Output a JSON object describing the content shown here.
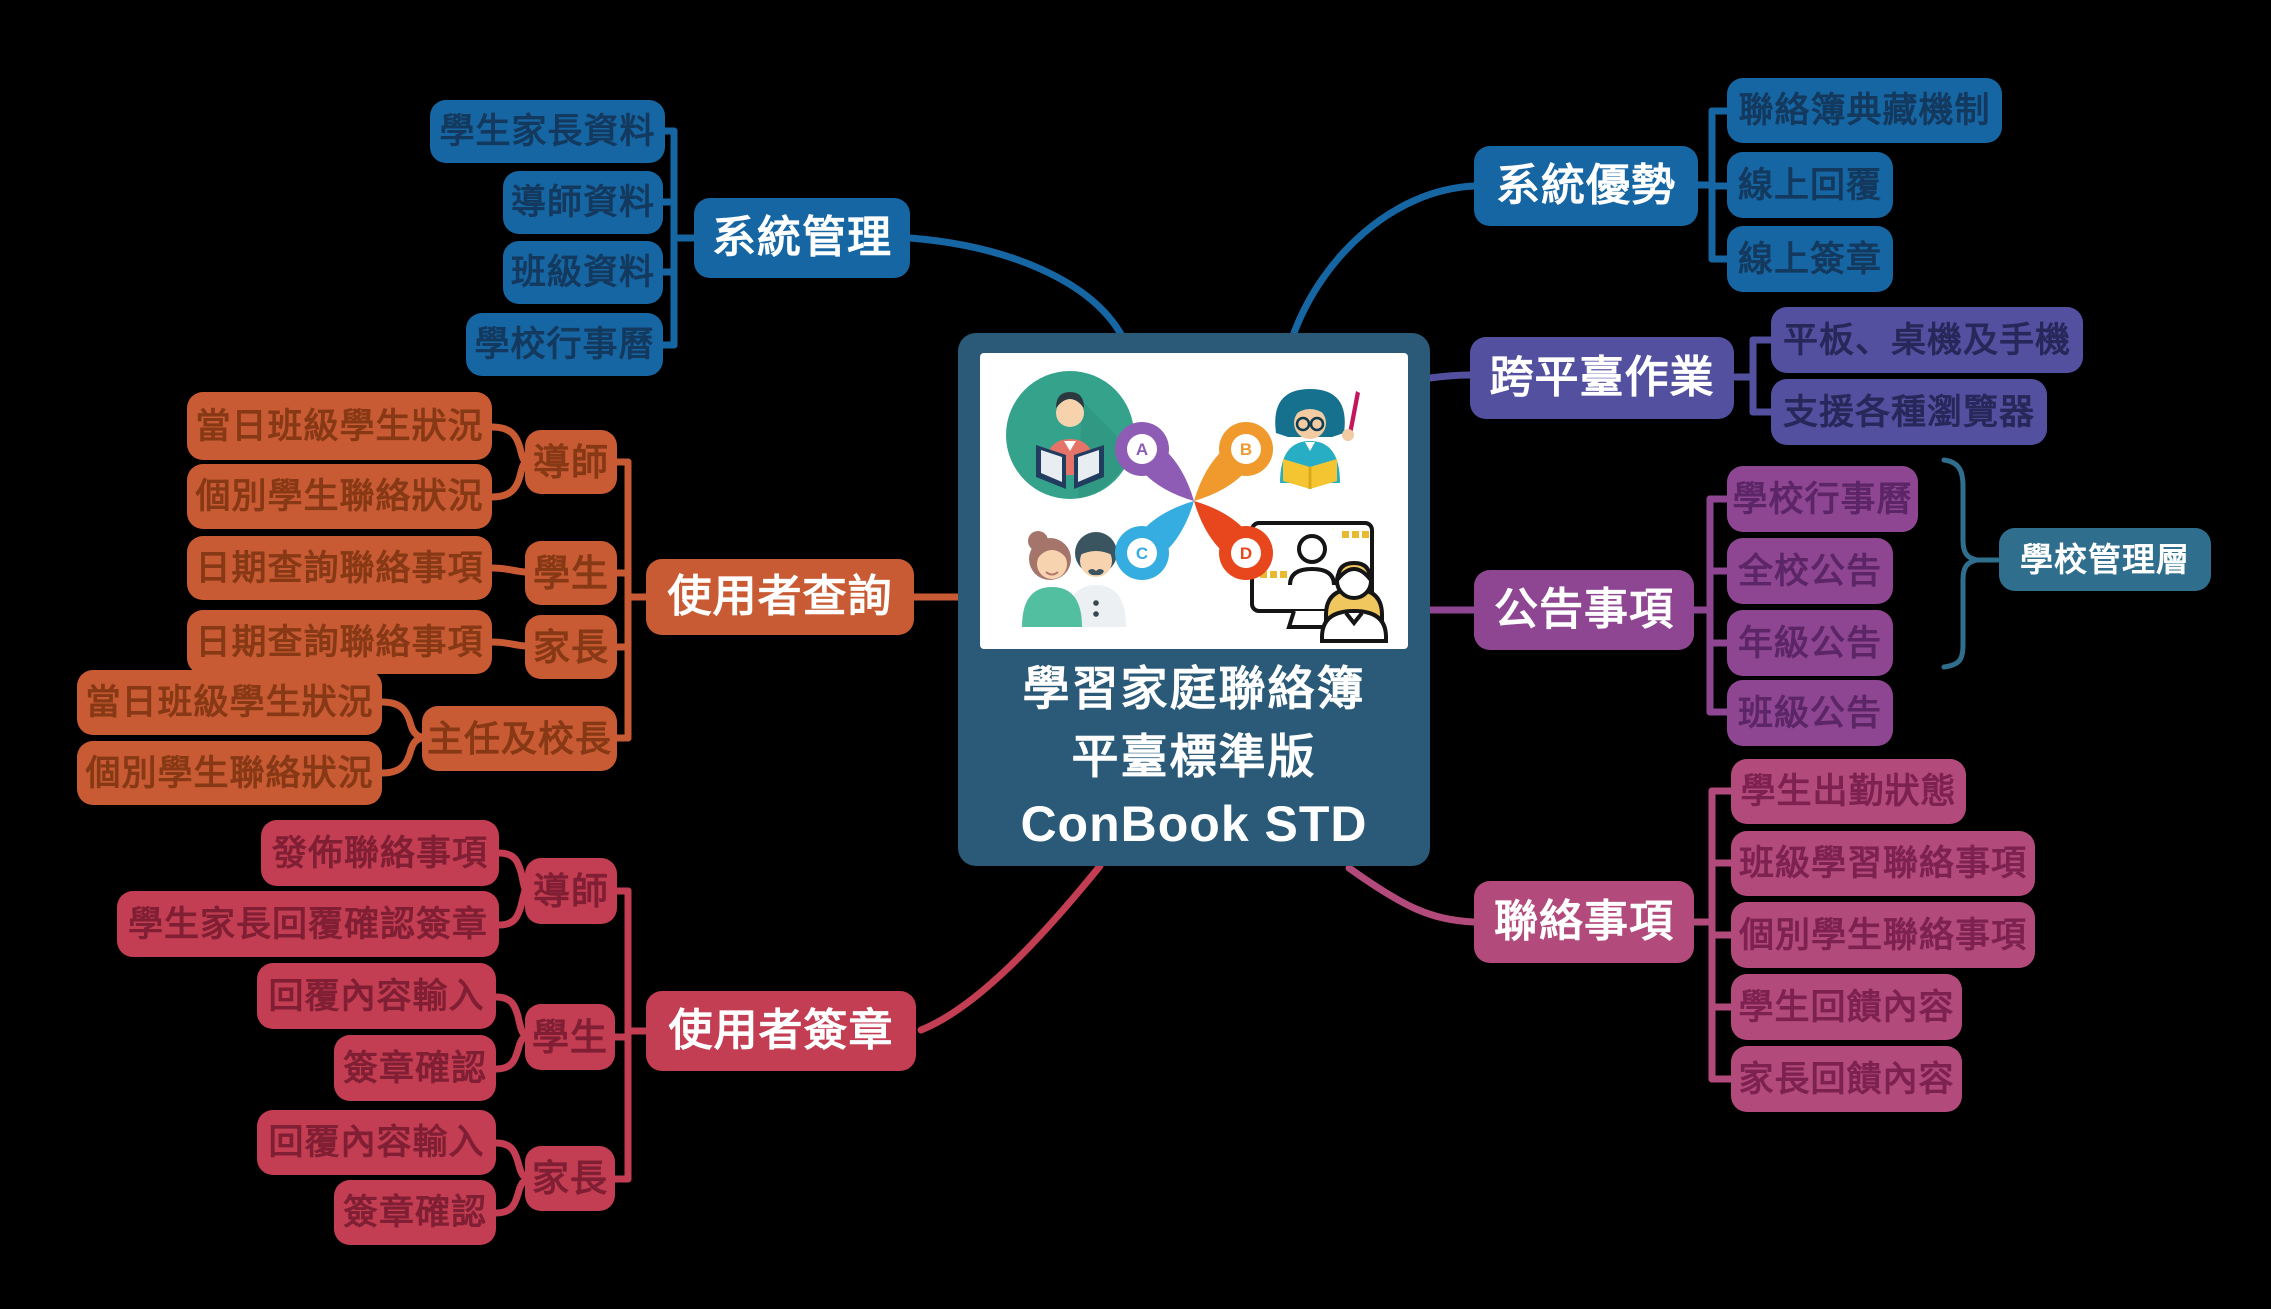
{
  "palette": {
    "background": "#000000",
    "blue": "#1666A3",
    "indigo": "#52509F",
    "purple": "#8F4692",
    "teal": "#2F6F8D",
    "magenta": "#B34A7C",
    "orange": "#C85B33",
    "red": "#C33D53",
    "center_bg": "#2A5A78",
    "pinwheel": [
      "#8E5CB5",
      "#F0992C",
      "#36ADE0",
      "#E8471E"
    ]
  },
  "center": {
    "title_lines": [
      "學習家庭聯絡簿",
      "平臺標準版",
      "ConBook STD"
    ],
    "pinwheel_letters": [
      "A",
      "B",
      "C",
      "D"
    ]
  },
  "branches": {
    "system_admin": {
      "label": "系統管理",
      "children": [
        "學生家長資料",
        "導師資料",
        "班級資料",
        "學校行事曆"
      ]
    },
    "system_strength": {
      "label": "系統優勢",
      "children": [
        "聯絡簿典藏機制",
        "線上回覆",
        "線上簽章"
      ]
    },
    "cross_platform": {
      "label": "跨平臺作業",
      "children": [
        "平板、桌機及手機",
        "支援各種瀏覽器"
      ]
    },
    "announcements": {
      "label": "公告事項",
      "children": [
        "學校行事曆",
        "全校公告",
        "年級公告",
        "班級公告"
      ],
      "aside": "學校管理層"
    },
    "contact_items": {
      "label": "聯絡事項",
      "children": [
        "學生出勤狀態",
        "班級學習聯絡事項",
        "個別學生聯絡事項",
        "學生回饋內容",
        "家長回饋內容"
      ]
    },
    "user_query": {
      "label": "使用者查詢",
      "roles": [
        {
          "label": "導師",
          "leaves": [
            "當日班級學生狀況",
            "個別學生聯絡狀況"
          ]
        },
        {
          "label": "學生",
          "leaves": [
            "日期查詢聯絡事項"
          ]
        },
        {
          "label": "家長",
          "leaves": [
            "日期查詢聯絡事項"
          ]
        },
        {
          "label": "主任及校長",
          "leaves": [
            "當日班級學生狀況",
            "個別學生聯絡狀況"
          ]
        }
      ]
    },
    "user_sign": {
      "label": "使用者簽章",
      "roles": [
        {
          "label": "導師",
          "leaves": [
            "發佈聯絡事項",
            "學生家長回覆確認簽章"
          ]
        },
        {
          "label": "學生",
          "leaves": [
            "回覆內容輸入",
            "簽章確認"
          ]
        },
        {
          "label": "家長",
          "leaves": [
            "回覆內容輸入",
            "簽章確認"
          ]
        }
      ]
    }
  }
}
